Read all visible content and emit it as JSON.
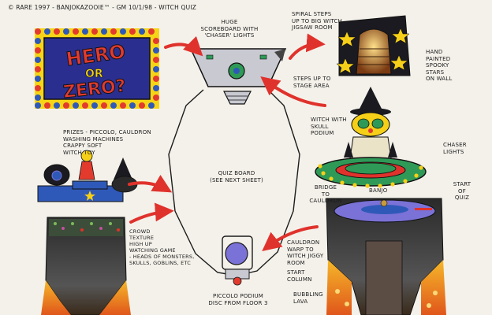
{
  "header": "© RARE 1997 - BANJOKAZOOIE™ - GM 10/1/98 - WITCH QUIZ",
  "logo": {
    "line1": "HERO",
    "word2": "OR",
    "line3": "ZERO?"
  },
  "annotations": {
    "scoreboard": "HUGE\nSCOREBOARD WITH\n'CHASER' LIGHTS",
    "spiral_steps": "SPIRAL STEPS\nUP TO BIG WITCH\nJIGSAW ROOM",
    "hand_painted": "HAND\nPAINTED\nSPOOKY\nSTARS\nON WALL",
    "steps_up": "STEPS UP TO\nSTAGE AREA",
    "witch_skull": "WITCH WITH\nSKULL\nPODIUM",
    "prizes": "PRIZES - PICCOLO, CAULDRON\nWASHING MACHINES\nCRAPPY SOFT\nWITCH TOY",
    "chaser_lights": "CHASER\nLIGHTS",
    "quiz_board": "QUIZ BOARD\n(SEE NEXT SHEET)",
    "bridge": "BRIDGE\nTO\nCAULDRON",
    "banjo": "BANJO",
    "start_of_quiz": "START\nOF\nQUIZ",
    "crowd_texture": "CROWD\nTEXTURE\nHIGH UP\nWATCHING GAME\n- HEADS OF MONSTERS,\nSKULLS, GOBLINS, ETC",
    "cauldron_warp": "CAULDRON\nWARP TO\nWITCH JIGGY\nROOM",
    "start_column": "START\nCOLUMN",
    "bubbling_lava": "BUBBLING\nLAVA",
    "piccolo_podium": "PICCOLO PODIUM\nDISC FROM FLOOR 3"
  },
  "colors": {
    "paper": "#f4f1ea",
    "ink": "#1c1c1c",
    "arrow_red": "#e0322c",
    "logo_red": "#e23b2e",
    "logo_blue": "#2f59b8",
    "stage_green": "#2f9a57",
    "lava_orange": "#f08a1f",
    "star_yellow": "#f6cf18"
  }
}
